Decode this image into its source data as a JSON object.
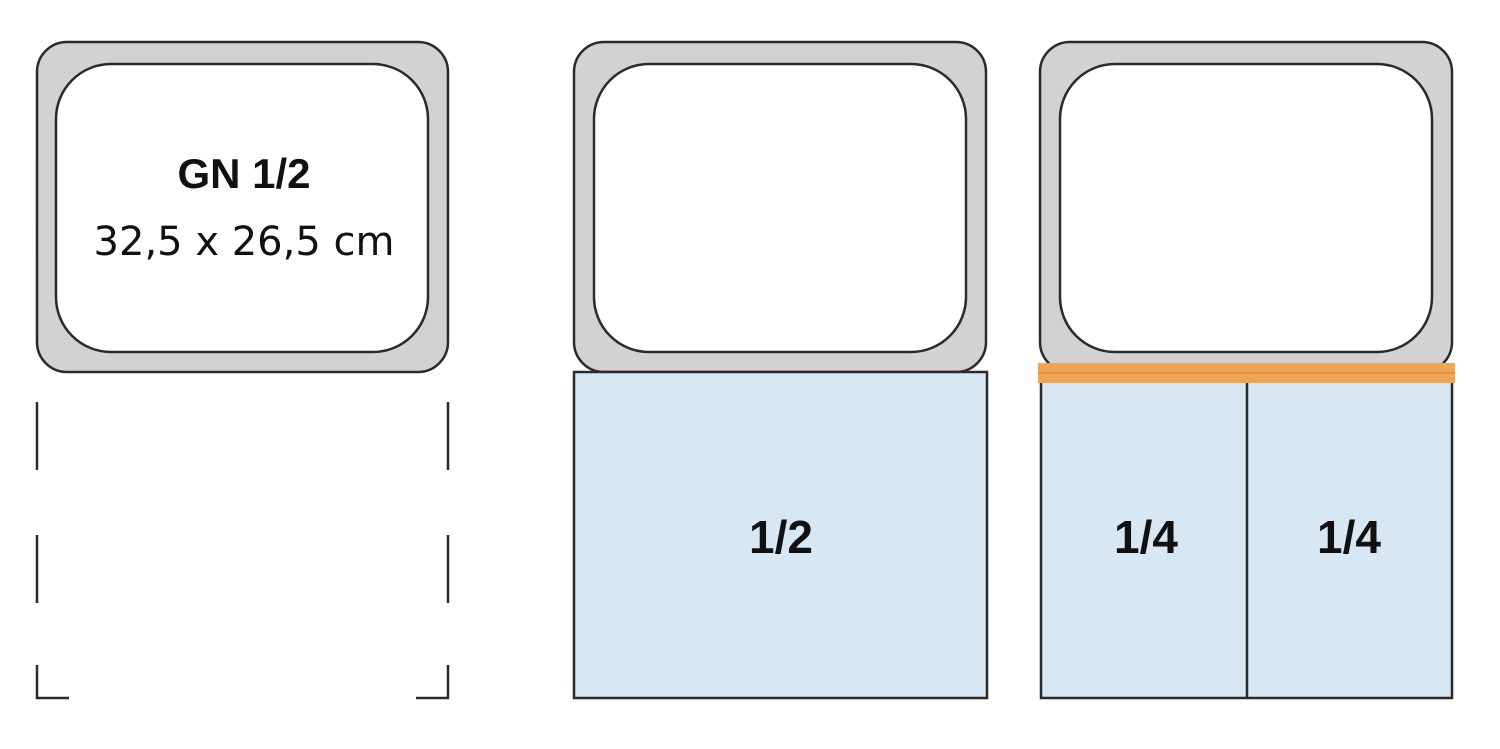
{
  "pan": {
    "title": "GN 1/2",
    "dimensions": "32,5 x 26,5 cm"
  },
  "divisions": {
    "half_label": "1/2",
    "quarter_left_label": "1/4",
    "quarter_right_label": "1/4"
  },
  "colors": {
    "pan_frame": "#d2d2d2",
    "division_fill": "#d7e8f4",
    "adapter_bar": "#f0a553",
    "outline": "#2a2a2a"
  }
}
